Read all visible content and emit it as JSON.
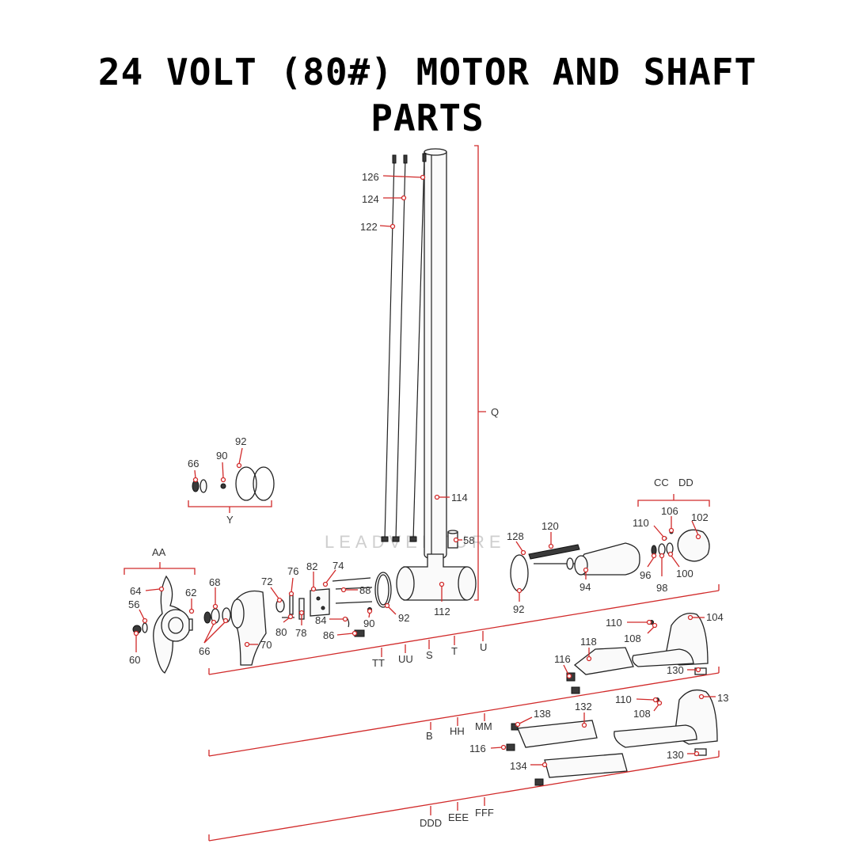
{
  "title": {
    "line1": "24 VOLT (80#) MOTOR AND SHAFT",
    "line2": "PARTS"
  },
  "watermark": "LEADVENTURE",
  "callouts": [
    {
      "id": "126",
      "text": "126"
    },
    {
      "id": "124",
      "text": "124"
    },
    {
      "id": "122",
      "text": "122"
    },
    {
      "id": "Q",
      "text": "Q"
    },
    {
      "id": "114",
      "text": "114"
    },
    {
      "id": "58",
      "text": "58"
    },
    {
      "id": "92a",
      "text": "92"
    },
    {
      "id": "90a",
      "text": "90"
    },
    {
      "id": "66a",
      "text": "66"
    },
    {
      "id": "Y",
      "text": "Y"
    },
    {
      "id": "AA",
      "text": "AA"
    },
    {
      "id": "64",
      "text": "64"
    },
    {
      "id": "62",
      "text": "62"
    },
    {
      "id": "56",
      "text": "56"
    },
    {
      "id": "60",
      "text": "60"
    },
    {
      "id": "68",
      "text": "68"
    },
    {
      "id": "66b",
      "text": "66"
    },
    {
      "id": "70",
      "text": "70"
    },
    {
      "id": "72",
      "text": "72"
    },
    {
      "id": "76",
      "text": "76"
    },
    {
      "id": "82",
      "text": "82"
    },
    {
      "id": "74",
      "text": "74"
    },
    {
      "id": "88",
      "text": "88"
    },
    {
      "id": "80",
      "text": "80"
    },
    {
      "id": "78",
      "text": "78"
    },
    {
      "id": "84",
      "text": "84"
    },
    {
      "id": "90b",
      "text": "90"
    },
    {
      "id": "86",
      "text": "86"
    },
    {
      "id": "92b",
      "text": "92"
    },
    {
      "id": "112",
      "text": "112"
    },
    {
      "id": "TT",
      "text": "TT"
    },
    {
      "id": "UU",
      "text": "UU"
    },
    {
      "id": "S",
      "text": "S"
    },
    {
      "id": "T",
      "text": "T"
    },
    {
      "id": "U",
      "text": "U"
    },
    {
      "id": "128",
      "text": "128"
    },
    {
      "id": "120",
      "text": "120"
    },
    {
      "id": "92c",
      "text": "92"
    },
    {
      "id": "94",
      "text": "94"
    },
    {
      "id": "CC",
      "text": "CC"
    },
    {
      "id": "DD",
      "text": "DD"
    },
    {
      "id": "106",
      "text": "106"
    },
    {
      "id": "110a",
      "text": "110"
    },
    {
      "id": "102",
      "text": "102"
    },
    {
      "id": "96",
      "text": "96"
    },
    {
      "id": "100",
      "text": "100"
    },
    {
      "id": "98",
      "text": "98"
    },
    {
      "id": "110b",
      "text": "110"
    },
    {
      "id": "104",
      "text": "104"
    },
    {
      "id": "108a",
      "text": "108"
    },
    {
      "id": "118",
      "text": "118"
    },
    {
      "id": "116a",
      "text": "116"
    },
    {
      "id": "130a",
      "text": "130"
    },
    {
      "id": "110c",
      "text": "110"
    },
    {
      "id": "13",
      "text": "13"
    },
    {
      "id": "108b",
      "text": "108"
    },
    {
      "id": "138",
      "text": "138"
    },
    {
      "id": "132",
      "text": "132"
    },
    {
      "id": "116b",
      "text": "116"
    },
    {
      "id": "134",
      "text": "134"
    },
    {
      "id": "130b",
      "text": "130"
    },
    {
      "id": "B",
      "text": "B"
    },
    {
      "id": "HH",
      "text": "HH"
    },
    {
      "id": "MM",
      "text": "MM"
    },
    {
      "id": "DDD",
      "text": "DDD"
    },
    {
      "id": "EEE",
      "text": "EEE"
    },
    {
      "id": "FFF",
      "text": "FFF"
    }
  ],
  "colors": {
    "leader": "#d12a2a",
    "outline": "#222222",
    "title": "#000000"
  }
}
